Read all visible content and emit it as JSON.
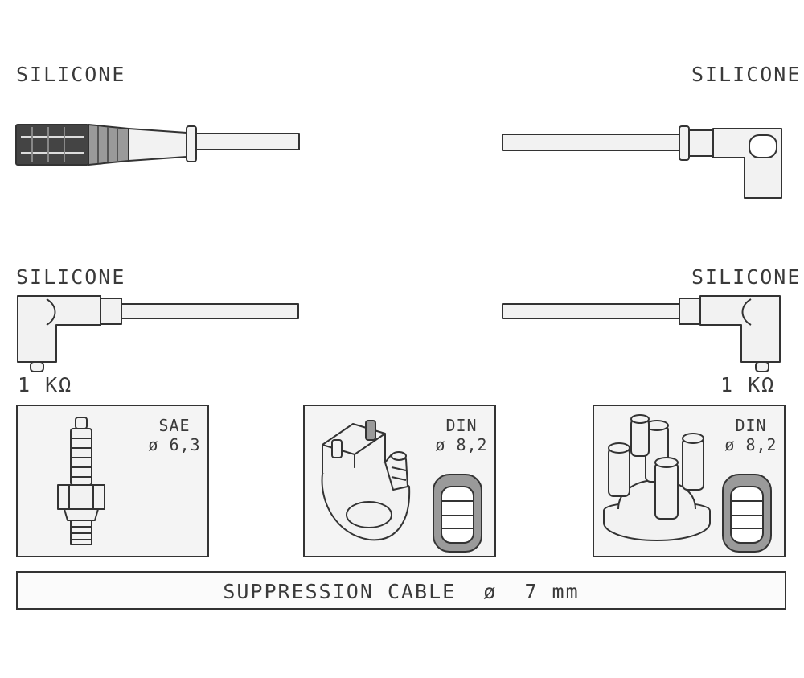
{
  "labels": {
    "top_left": "SILICONE",
    "top_right": "SILICONE",
    "mid_left": "SILICONE",
    "mid_right": "SILICONE",
    "resistance_left": "1 KΩ",
    "resistance_right": "1 KΩ"
  },
  "boxes": {
    "spark_plug": {
      "standard": "SAE",
      "diameter": "ø 6,3"
    },
    "coil": {
      "standard": "DIN",
      "diameter": "ø 8,2"
    },
    "distributor": {
      "standard": "DIN",
      "diameter": "ø 8,2"
    }
  },
  "footer": {
    "text": "SUPPRESSION CABLE  ø  7 mm"
  },
  "icons": [
    "straight-boot-icon",
    "angled-boot-icon",
    "spark-plug-icon",
    "ignition-coil-icon",
    "distributor-cap-icon",
    "terminal-socket-icon"
  ]
}
